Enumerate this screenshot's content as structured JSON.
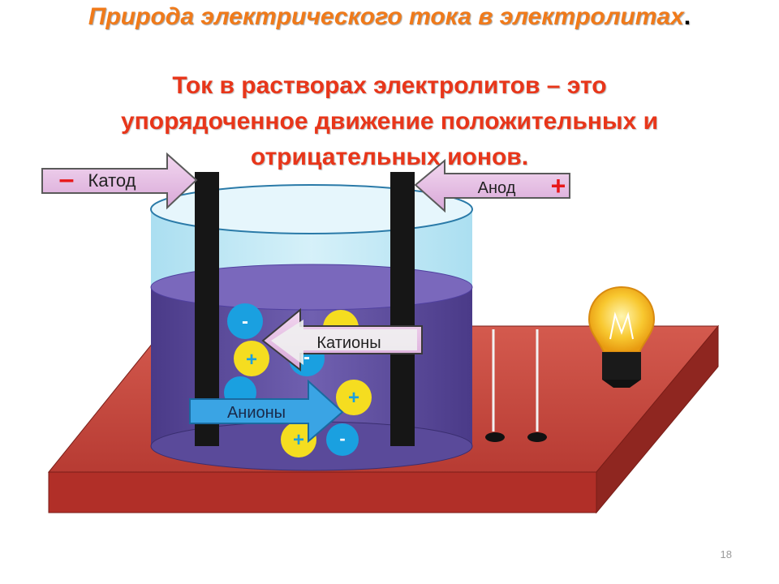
{
  "slide": {
    "title": "Природа электрического тока в электролитах",
    "title_dot": ".",
    "definition_line1": "Ток в растворах электролитов – это",
    "definition_line2": "упорядоченное движение положительных и",
    "definition_line3": "отрицательных ионов.",
    "page_number": "18"
  },
  "diagram": {
    "cathode_label": "Катод",
    "cathode_sign": "–",
    "anode_label": "Анод",
    "anode_sign": "+",
    "cations_label": "Катионы",
    "anions_label": "Анионы",
    "plus": "+",
    "minus": "-"
  },
  "colors": {
    "title": "#f07a1a",
    "definition": "#e8361a",
    "table": "#c8463a",
    "solution": "#5a4a9a",
    "cation": "#f5dd20",
    "anion": "#1aa0e0"
  }
}
